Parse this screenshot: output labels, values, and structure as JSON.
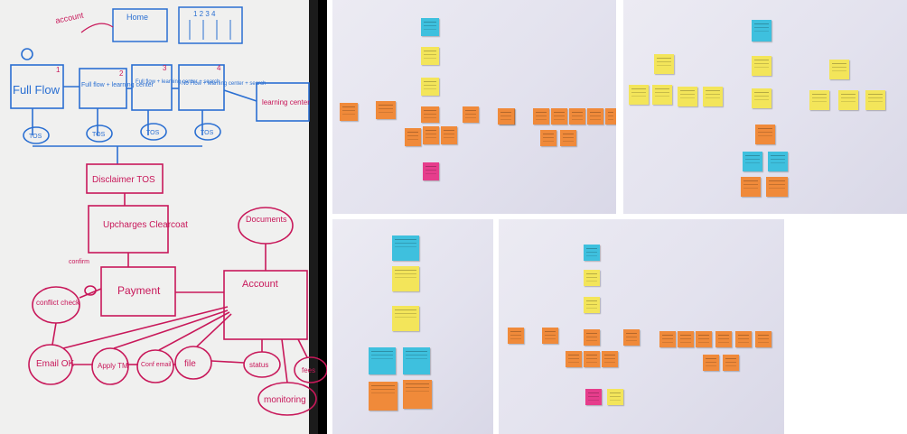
{
  "whiteboard": {
    "top_labels": [
      "account",
      "Home",
      "1 2 3 4"
    ],
    "flow_boxes": [
      {
        "num": "1",
        "label": "Full Flow"
      },
      {
        "num": "2",
        "label": "Full flow + learning center"
      },
      {
        "num": "3",
        "label": "Full flow + learning center + search"
      },
      {
        "num": "4",
        "label": "No Flow + learning center + search"
      }
    ],
    "learning_center": "learning center",
    "tos_labels": [
      "TOS",
      "TOS",
      "TOS",
      "TOS"
    ],
    "disclaimer": "Disclaimer TOS",
    "upcharges": "Upcharges Clearcoat",
    "documents": "Documents",
    "confirm": "confirm",
    "conflict_check": "conflict check",
    "payment": "Payment",
    "account": "Account",
    "email_ok": "Email OK",
    "apply_tm": "Apply TM",
    "conf_email": "Conf email",
    "file": "file",
    "status": "status",
    "fees": "fees",
    "monitoring": "monitoring"
  },
  "colors": {
    "marker_red": "#c8185a",
    "marker_blue": "#2a6fd2",
    "sticky_yellow": "#f3e55a",
    "sticky_orange": "#f08a3a",
    "sticky_blue": "#3ec0de",
    "sticky_pink": "#e63d8c"
  }
}
